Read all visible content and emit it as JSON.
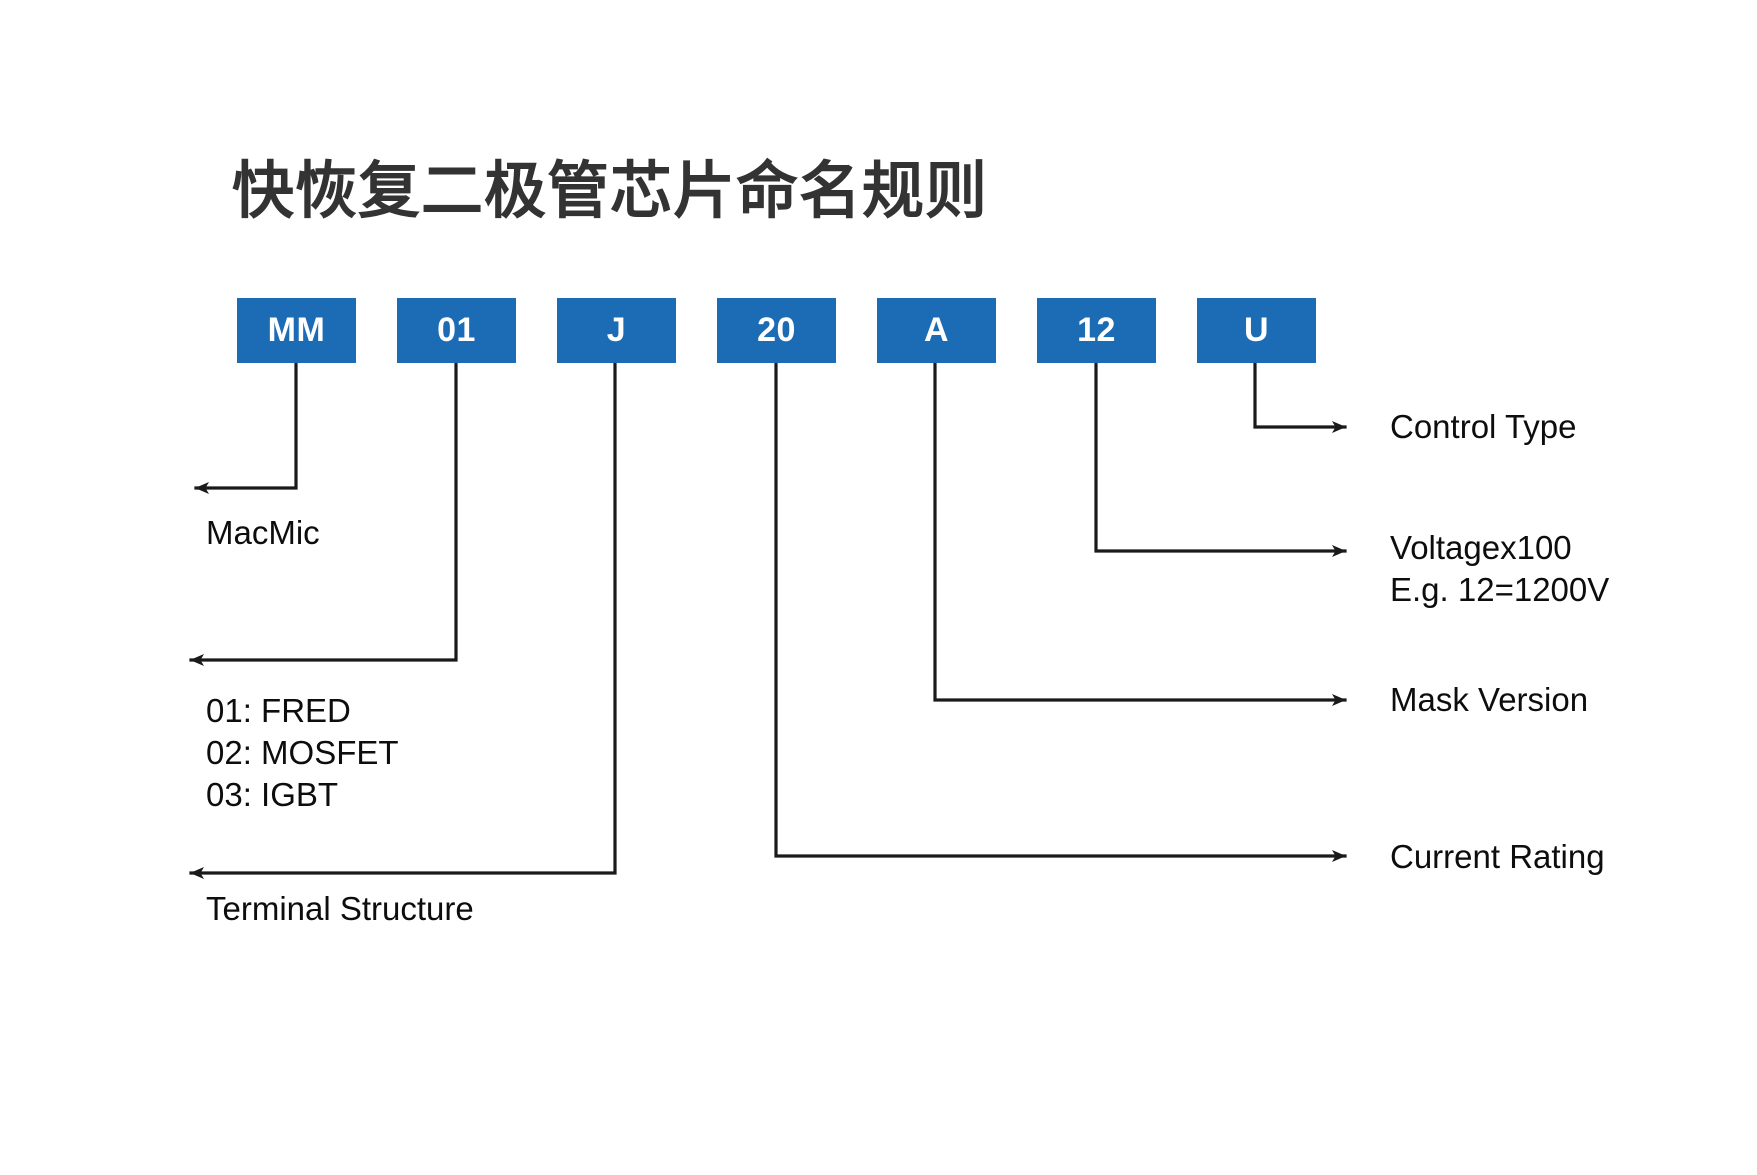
{
  "page": {
    "title": "快恢复二极管芯片命名规则",
    "background": "#ffffff",
    "accent_color": "#1C6CB5",
    "line_color": "#1a1a1a",
    "text_color": "#0d0d0d"
  },
  "part_number": {
    "segments": [
      {
        "label": "MM",
        "name": "segment-mm"
      },
      {
        "label": "01",
        "name": "segment-01"
      },
      {
        "label": "J",
        "name": "segment-j"
      },
      {
        "label": "20",
        "name": "segment-20"
      },
      {
        "label": "A",
        "name": "segment-a"
      },
      {
        "label": "12",
        "name": "segment-12"
      },
      {
        "label": "U",
        "name": "segment-u"
      }
    ]
  },
  "annotations": {
    "left": [
      {
        "key": "macmic",
        "text": "MacMic",
        "for_segment": "MM"
      },
      {
        "key": "device_types",
        "text": "01: FRED\n02: MOSFET\n03: IGBT",
        "for_segment": "01"
      },
      {
        "key": "terminal_structure",
        "text": "Terminal Structure",
        "for_segment": "J"
      }
    ],
    "right": [
      {
        "key": "control_type",
        "text": "Control Type",
        "for_segment": "U"
      },
      {
        "key": "voltage",
        "text": "Voltagex100\nE.g. 12=1200V",
        "for_segment": "12"
      },
      {
        "key": "mask_version",
        "text": "Mask Version",
        "for_segment": "A"
      },
      {
        "key": "current_rating",
        "text": "Current Rating",
        "for_segment": "20"
      }
    ]
  }
}
